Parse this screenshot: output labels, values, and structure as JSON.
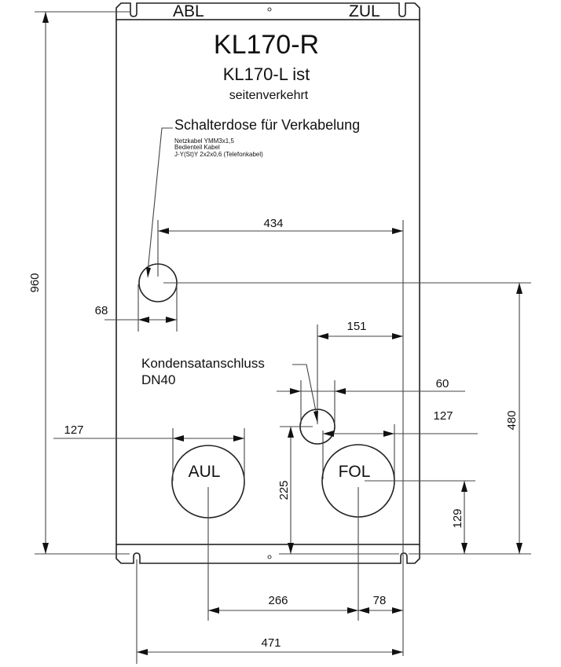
{
  "title": {
    "model": "KL170-R",
    "note_line1": "KL170-L ist",
    "note_line2": "seitenverkehrt"
  },
  "top_labels": {
    "left": "ABL",
    "right": "ZUL"
  },
  "switch_box": {
    "label": "Schalterdose für Verkabelung",
    "cables": [
      "Netzkabel YMM3x1,5",
      "Bedienteil Kabel",
      "J-Y(St)Y 2x2x0,6 (Telefonkabel)"
    ]
  },
  "condensate": {
    "line1": "Kondensatanschluss",
    "line2": "DN40"
  },
  "ports": {
    "aul": "AUL",
    "fol": "FOL"
  },
  "dimensions": {
    "overall_height": "960",
    "switch_box_diameter": "68",
    "switch_to_edge": "434",
    "condensate_to_edge": "151",
    "condensate_diameter": "60",
    "fol_diameter": "127",
    "aul_diameter": "127",
    "condensate_height": "225",
    "fol_height": "129",
    "switch_height": "480",
    "aul_to_fol": "266",
    "fol_to_edge": "78",
    "mount_spacing": "471"
  }
}
